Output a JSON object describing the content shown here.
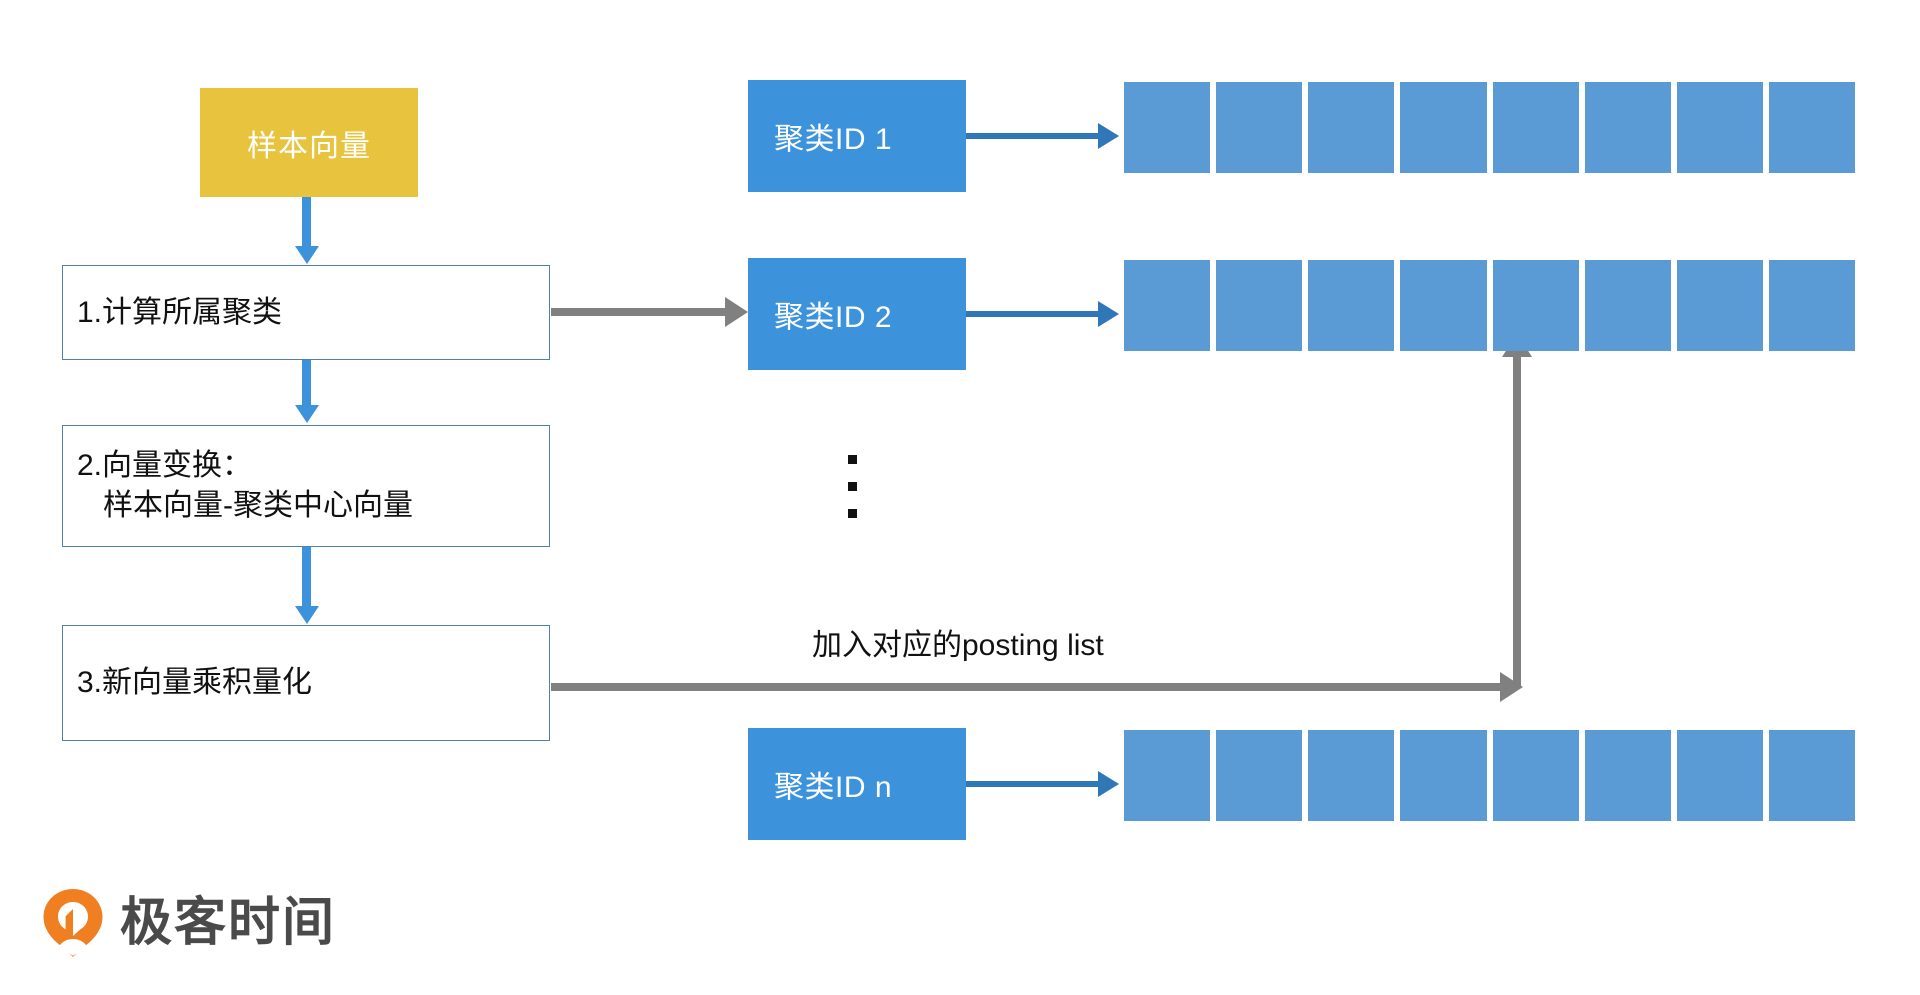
{
  "diagram": {
    "title": "IVFPQ index building flow",
    "colors": {
      "source_box": "#E8C33E",
      "step_border": "#4F81A8",
      "cluster_box": "#3C93DC",
      "posting_cell": "#5B9BD5",
      "gray_arrow": "#808080",
      "blue_arrow": "#3077B8",
      "logo_orange": "#F07F22"
    },
    "source": {
      "label": "样本向量"
    },
    "steps": [
      {
        "label": "1.计算所属聚类",
        "line2": ""
      },
      {
        "label": "2.向量变换：",
        "line2": "样本向量-聚类中心向量"
      },
      {
        "label": "3.新向量乘积量化",
        "line2": ""
      }
    ],
    "clusters": [
      {
        "label": "聚类ID 1",
        "cells": 8
      },
      {
        "label": "聚类ID 2",
        "cells": 8
      },
      {
        "label": "聚类ID n",
        "cells": 8
      }
    ],
    "ellipsis_dots": 3,
    "edge_label": "加入对应的posting list",
    "logo": {
      "text": "极客时间",
      "mark": "geektime-pin-icon"
    }
  }
}
